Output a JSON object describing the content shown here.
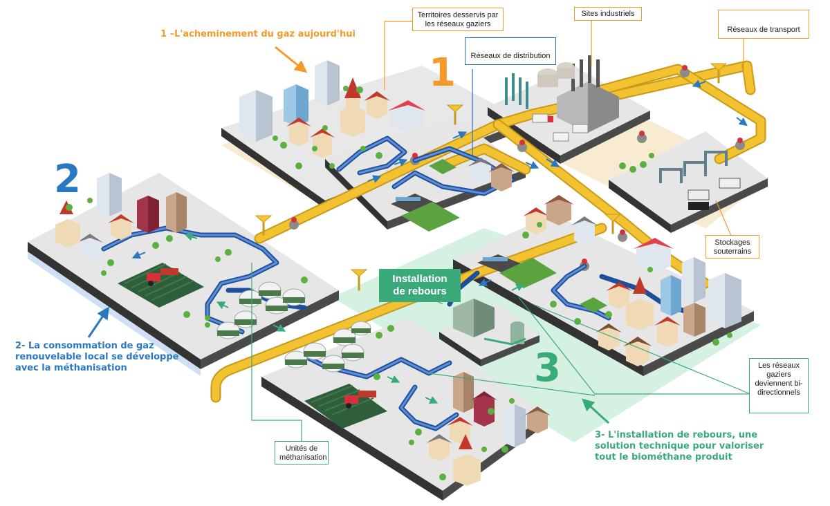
{
  "colors": {
    "orange": "#f39a2b",
    "blue": "#2b78c2",
    "green": "#3aaa7b",
    "pipe_yellow": "#f2c230",
    "pipe_blue": "#2e63b8",
    "platform": "#e6e6e6",
    "platform_side": "#3a3a3a"
  },
  "labels": {
    "territoires": "Territoires desservis par les réseaux gaziers",
    "sites": "Sites industriels",
    "transport": "Réseaux de transport",
    "distribution": "Réseaux de distribution",
    "stockages": "Stockages souterrains",
    "unites": "Unités de méthanisation",
    "bidir": "Les réseaux gaziers deviennent bi-directionnels",
    "installation": "Installation de rebours"
  },
  "sections": {
    "num1": "1",
    "num2": "2",
    "num3": "3",
    "caption1": "1 –L'acheminement du gaz aujourd'hui",
    "caption2": "2- La consommation de gaz renouvelable local se développe avec la méthanisation",
    "caption3": "3- L'installation de rebours, une solution technique pour valoriser tout le biométhane produit"
  },
  "icons": [
    "building-icon",
    "house-icon",
    "factory-icon",
    "digester-icon",
    "tractor-icon",
    "tree-icon",
    "valve-icon",
    "storage-icon",
    "truck-icon",
    "church-icon",
    "gas-station-icon",
    "flag-icon",
    "arrow-icon"
  ]
}
